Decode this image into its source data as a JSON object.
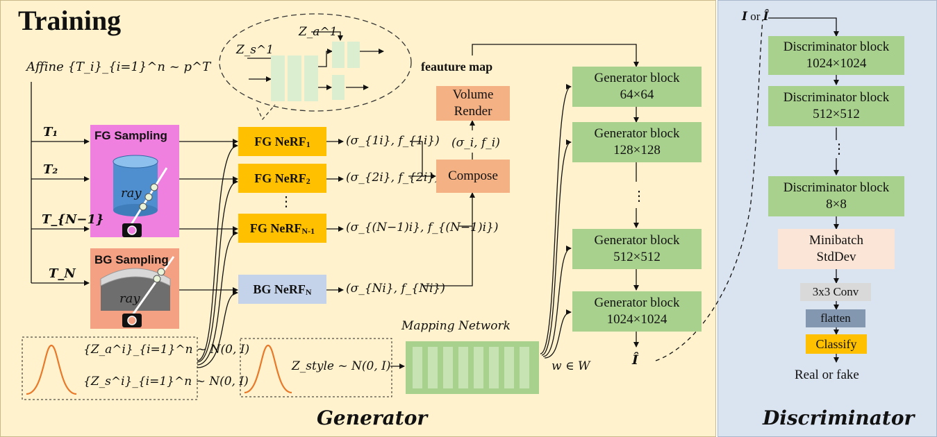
{
  "colors": {
    "generator_bg": "#fff2cc",
    "discriminator_bg": "#dae3f0",
    "generator_block": "#a9d18e",
    "nerf_block": "#ffc000",
    "bg_nerf_block": "#c5d3ea",
    "render_block": "#f4b183",
    "fg_sampling_bg": "#f080e0",
    "bg_sampling_bg": "#f4a082"
  },
  "title": "Training",
  "affine": "Affine {T_i}_{i=1}^n ~ p^T",
  "transforms": [
    "T₁",
    "T₂",
    "T_{N−1}",
    "T_N"
  ],
  "fg_sampling": {
    "label": "FG Sampling",
    "ray": "ray"
  },
  "bg_sampling": {
    "label": "BG Sampling",
    "ray": "ray"
  },
  "nerfs": [
    {
      "label": "FG NeRF",
      "sub": "1",
      "output": "(σ_{1i}, f_{1i})"
    },
    {
      "label": "FG NeRF",
      "sub": "2",
      "output": "(σ_{2i}, f_{2i})"
    },
    {
      "label": "FG NeRF",
      "sub": "N-1",
      "output": "(σ_{(N−1)i}, f_{(N−1)i})"
    },
    {
      "label": "BG NeRF",
      "sub": "N",
      "output": "(σ_{Ni}, f_{Ni})"
    }
  ],
  "nerf_dots": "⋮",
  "zoom": {
    "zs": "Z_s^1",
    "za": "Z_a^1"
  },
  "compose": "Compose",
  "composed_output": "(σ_i, f_i)",
  "volume_render": [
    "Volume",
    "Render"
  ],
  "feature_map": "feauture map",
  "latents": {
    "za": "{Z_a^i}_{i=1}^n ~ N(0, I)",
    "zs": "{Z_s^i}_{i=1}^n ~ N(0, I)"
  },
  "style": "Z_style ~ N(0, I)",
  "mapping_network": "Mapping Network",
  "w_label": "w ∈ W",
  "generator_blocks": [
    {
      "name": "Generator block",
      "res": "64×64"
    },
    {
      "name": "Generator block",
      "res": "128×128"
    },
    {
      "name": "Generator block",
      "res": "512×512"
    },
    {
      "name": "Generator block",
      "res": "1024×1024"
    }
  ],
  "gen_dots": "⋮",
  "gen_output": "Î",
  "generator_label": "Generator",
  "disc_input": {
    "i": "I",
    "or": " or ",
    "ihat": "Î"
  },
  "discriminator_blocks": [
    {
      "name": "Discriminator block",
      "res": "1024×1024"
    },
    {
      "name": "Discriminator block",
      "res": "512×512"
    },
    {
      "name": "Discriminator block",
      "res": "8×8"
    }
  ],
  "disc_dots": "⋮",
  "minibatch": [
    "Minibatch",
    "StdDev"
  ],
  "conv": "3x3 Conv",
  "flatten": "flatten",
  "classify": "Classify",
  "result": "Real or fake",
  "discriminator_label": "Discriminator"
}
